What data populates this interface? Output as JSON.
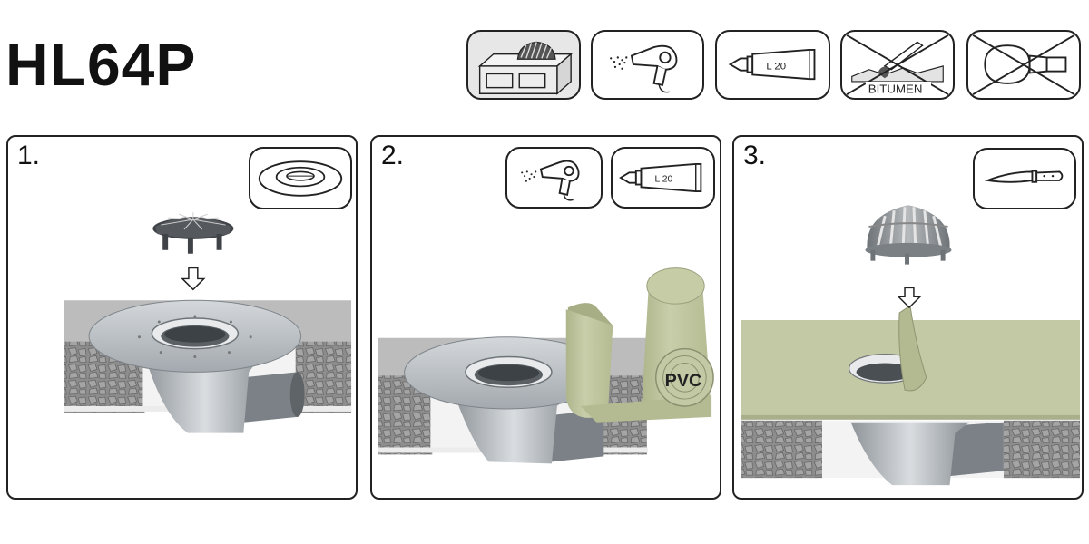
{
  "product": {
    "title": "HL64P"
  },
  "top_icons": {
    "roof": {
      "name": "roof-grate-icon"
    },
    "heat_gun": {
      "name": "heat-gun-icon"
    },
    "adhesive": {
      "name": "adhesive-tube-icon",
      "label": "L 20"
    },
    "no_bitumen": {
      "name": "no-bitumen-icon",
      "label": "BITUMEN"
    },
    "no_torch": {
      "name": "no-torch-icon"
    }
  },
  "steps": [
    {
      "number": "1.",
      "icon": "flat-grate-icon"
    },
    {
      "number": "2.",
      "icons": [
        "heat-gun-icon",
        "adhesive-tube-icon"
      ],
      "tube_label": "L 20",
      "membrane_label": "PVC"
    },
    {
      "number": "3.",
      "icon": "knife-icon"
    }
  ],
  "colors": {
    "membrane": "#c3c9a4",
    "steel": "#a8adb2",
    "pipe": "#7d8286",
    "gravel": "#8e8e8e"
  }
}
